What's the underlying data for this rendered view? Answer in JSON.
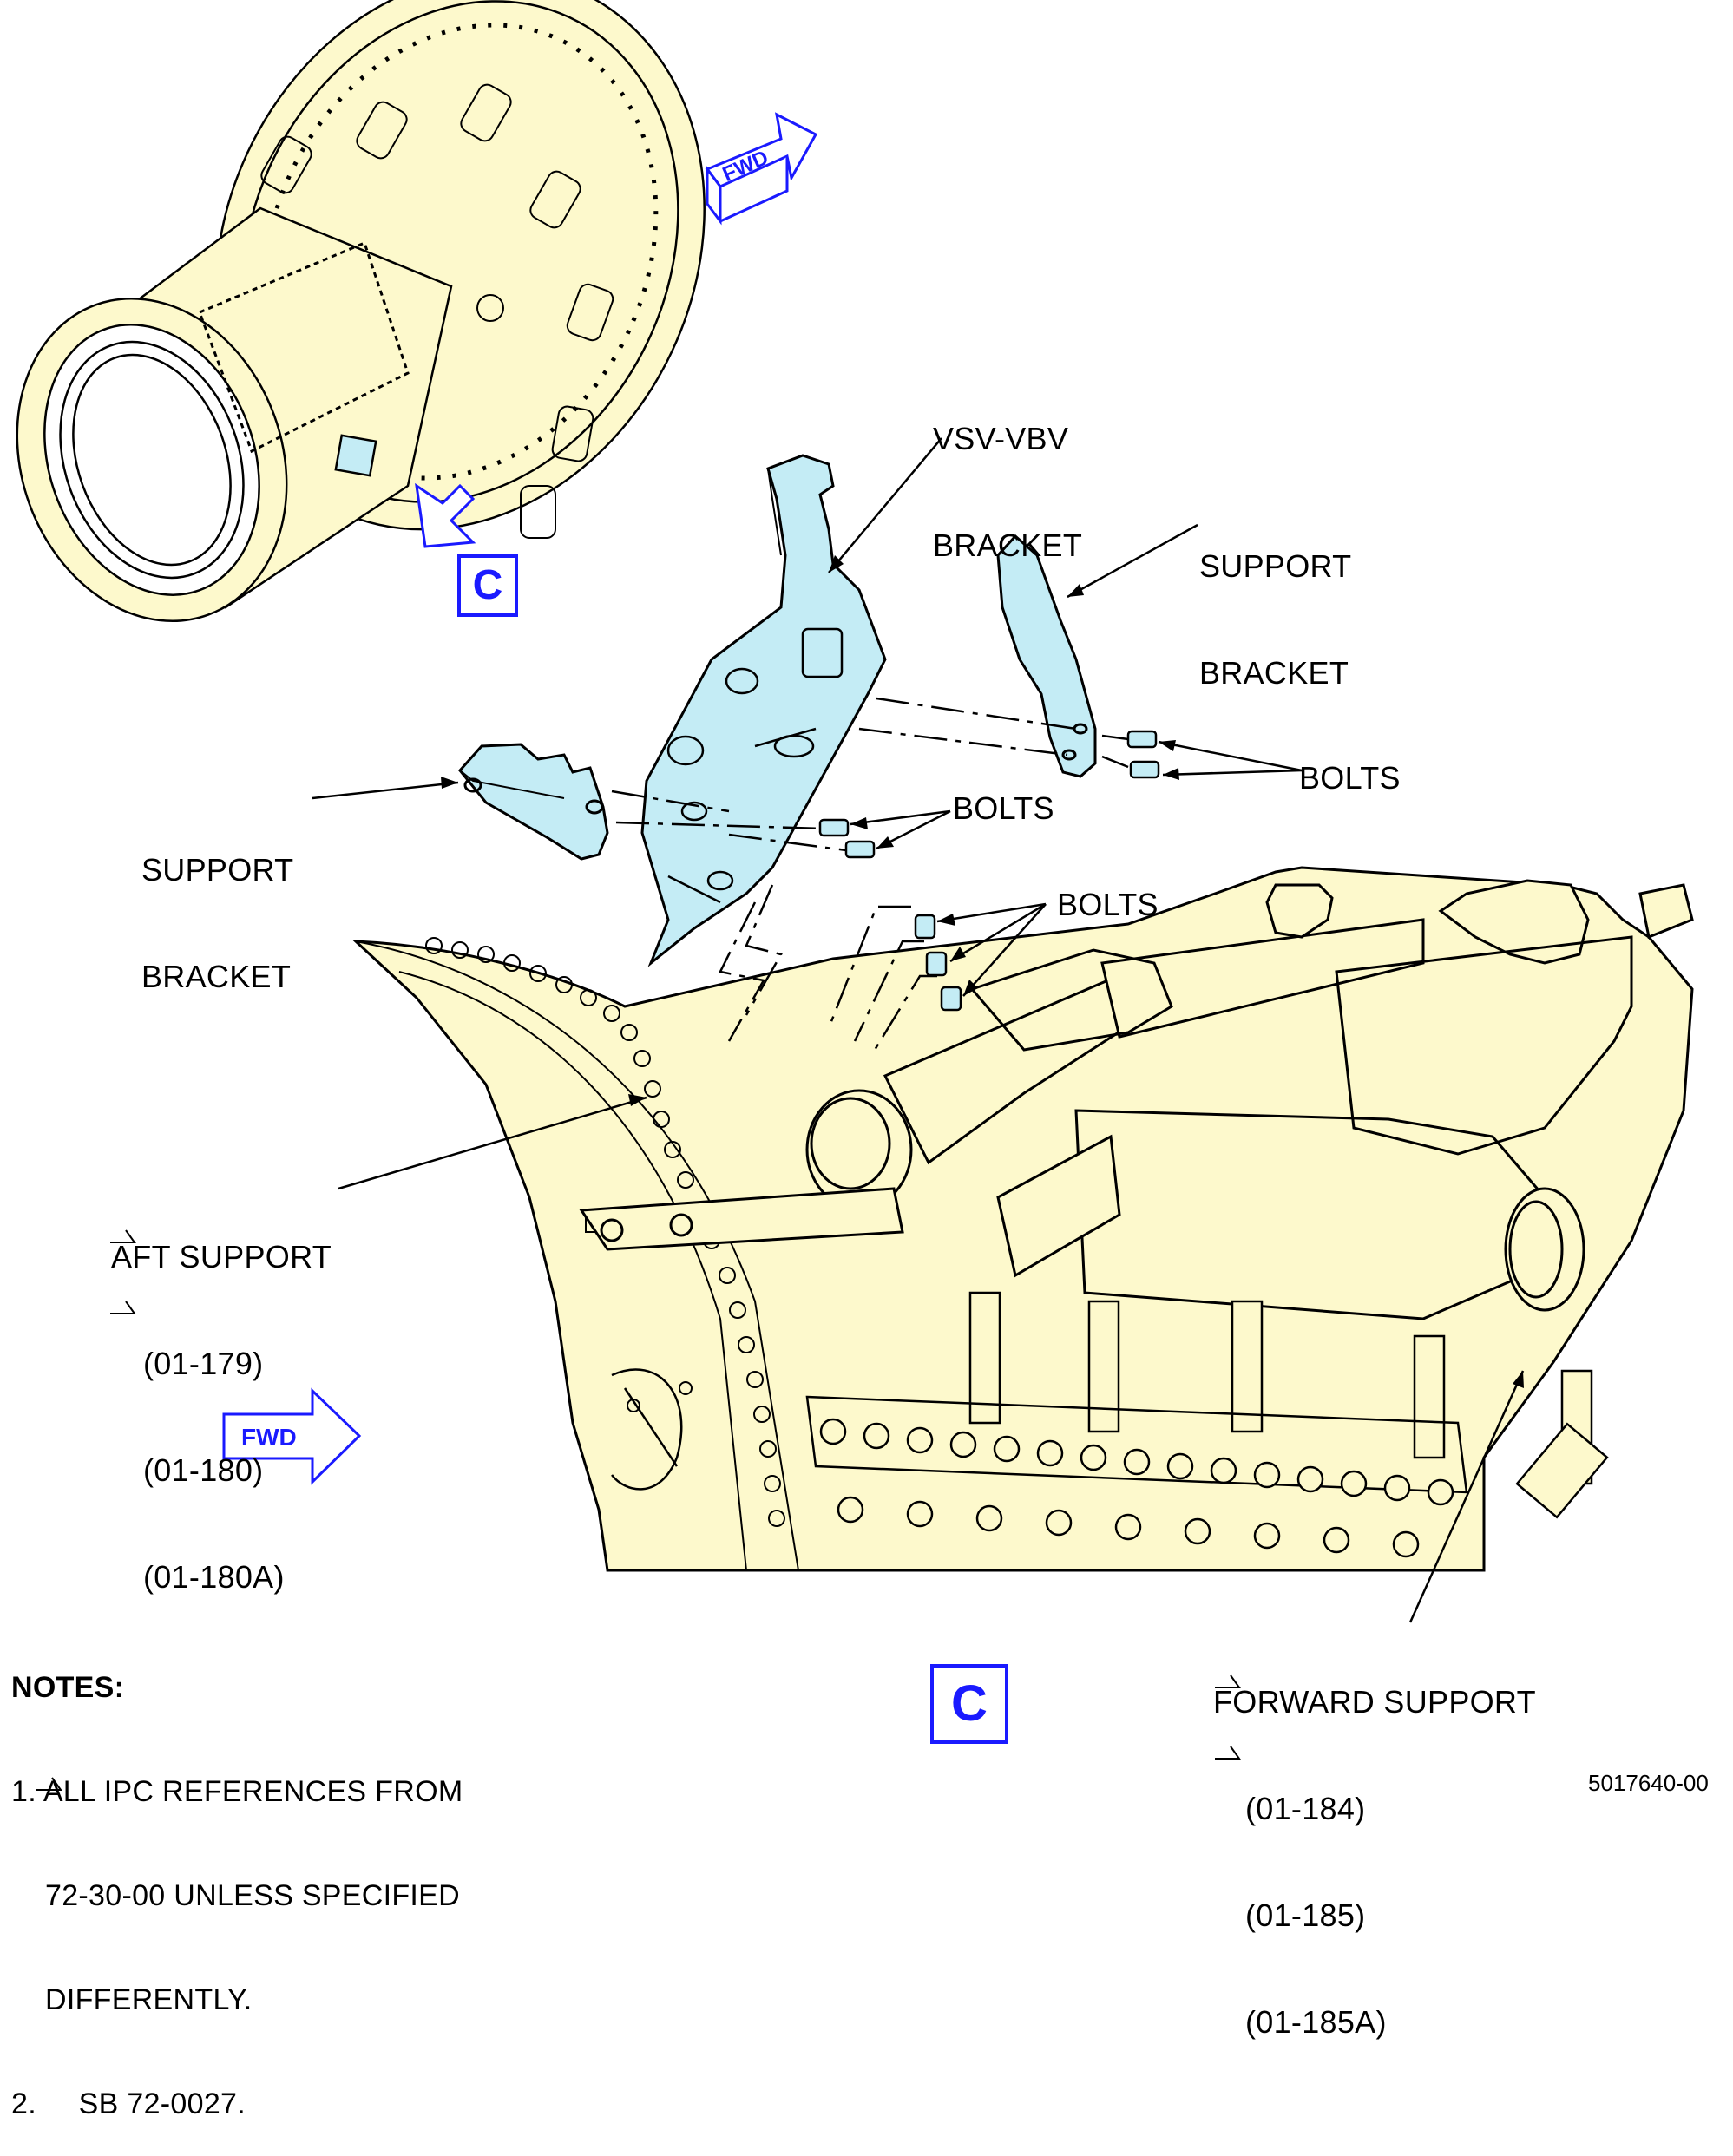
{
  "labels": {
    "vsv_vbv_bracket": [
      "VSV-VBV",
      "BRACKET"
    ],
    "support_bracket_top": [
      "SUPPORT",
      "BRACKET"
    ],
    "support_bracket_left": [
      "SUPPORT",
      "BRACKET"
    ],
    "bolts_right": "BOLTS",
    "bolts_mid": "BOLTS",
    "bolts_lower": "BOLTS",
    "aft_support": [
      "AFT SUPPORT",
      "(01-179)",
      "(01-180)",
      "(01-180A)"
    ],
    "forward_support": [
      "FORWARD SUPPORT",
      "(01-184)",
      "(01-185)",
      "(01-185A)"
    ]
  },
  "view_callout": "C",
  "fwd_arrow_label": "FWD",
  "notes": {
    "heading": "NOTES:",
    "items": [
      "1. ALL IPC REFERENCES FROM",
      "    72-30-00 UNLESS SPECIFIED",
      "    DIFFERENTLY.",
      "2.     SB 72-0027."
    ]
  },
  "figure_number": "5017640-00",
  "colors": {
    "engine_fill": "#fdf9cc",
    "bracket_fill": "#c4ecf5",
    "callout_blue": "#1a1aff",
    "line": "#000000"
  }
}
